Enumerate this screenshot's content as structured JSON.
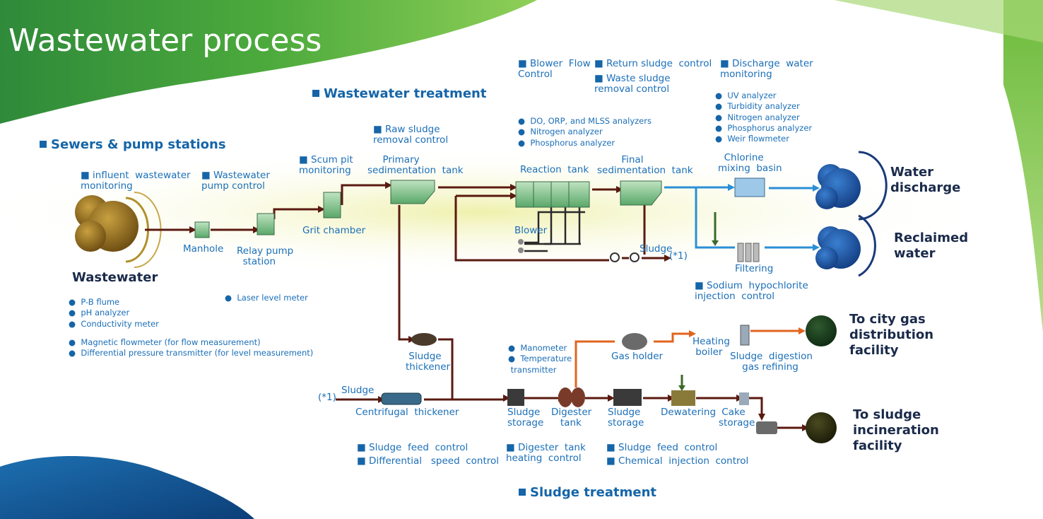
{
  "title": "Wastewater process",
  "sections": {
    "sewers": "Sewers & pump stations",
    "treatment": "Wastewater treatment",
    "sludge": "Sludge treatment"
  },
  "source_label": "Wastewater",
  "outputs": {
    "water_discharge": "Water\ndischarge",
    "reclaimed_water": "Reclaimed\nwater",
    "city_gas": "To city gas\ndistribution\nfacility",
    "incineration": "To sludge\nincineration\nfacility"
  },
  "equipment": {
    "manhole": "Manhole",
    "relay_pump": "Relay pump\n  station",
    "grit_chamber": "Grit chamber",
    "primary_sed": "     Primary\nsedimentation  tank",
    "reaction_tank": "Reaction  tank",
    "final_sed": "        Final\nsedimentation  tank",
    "chlorine_basin": "  Chlorine\nmixing  basin",
    "blower": "Blower",
    "sludge_loop": "Sludge",
    "sludge_loop_ref": "(*1)",
    "filtering": "Filtering",
    "sludge_thickener": " Sludge\nthickener",
    "sludge_in": "Sludge",
    "sludge_in_ref": "(*1)",
    "centrifugal": "Centrifugal  thickener",
    "sludge_storage_1": "Sludge\nstorage",
    "digester": "Digester\n   tank",
    "sludge_storage_2": "Sludge\nstorage",
    "dewatering": "Dewatering",
    "cake_storage": " Cake\nstorage",
    "gas_holder": "Gas holder",
    "heating_boiler": "Heating\n boiler",
    "gas_refining": "Sludge  digestion\n    gas refining"
  },
  "controls": {
    "influent": "influent  wastewater\nmonitoring",
    "pump_control": "Wastewater\npump control",
    "scum": "Scum pit\nmonitoring",
    "raw_sludge": "Raw sludge\nremoval control",
    "blower_flow": "Blower  Flow\nControl",
    "return_sludge": "Return sludge  control",
    "waste_sludge": "Waste sludge\nremoval control",
    "discharge_mon": "Discharge  water\nmonitoring",
    "hypochlorite": "Sodium  hypochlorite\ninjection  control",
    "sludge_feed_1": "Sludge  feed  control",
    "diff_speed": "Differential   speed  control",
    "digester_heat": "Digester  tank\nheating  control",
    "sludge_feed_2": "Sludge  feed  control",
    "chem_inject": "Chemical  injection  control"
  },
  "instruments": {
    "sewer": [
      "P-B flume",
      "pH analyzer",
      "Conductivity meter"
    ],
    "flow": [
      "Magnetic flowmeter (for flow measurement)",
      "Differential pressure transmitter (for level measurement)"
    ],
    "laser": [
      "Laser level meter"
    ],
    "reaction": [
      "DO, ORP, and MLSS analyzers",
      "Nitrogen analyzer",
      "Phosphorus analyzer"
    ],
    "discharge": [
      "UV analyzer",
      "Turbidity analyzer",
      "Nitrogen analyzer",
      "Phosphorus analyzer",
      "Weir flowmeter"
    ],
    "digester": [
      "Manometer",
      "Temperature\n transmitter"
    ]
  },
  "colors": {
    "wastewater_line": "#5a1a10",
    "clean_water_line": "#2a8fd6",
    "gas_line": "#e0641e",
    "label": "#1b6fb8",
    "section": "#1565a8",
    "output_label": "#1a2a4a",
    "title_band": "#3e9a34",
    "bottom_band": "#1b5fa0"
  }
}
